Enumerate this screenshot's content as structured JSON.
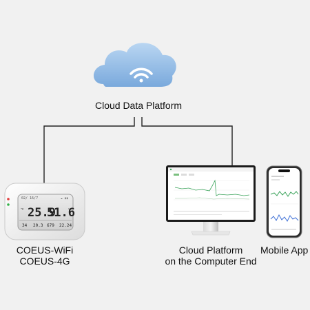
{
  "cloud": {
    "label": "Cloud Data Platform",
    "icon": "wifi-icon",
    "color": "#9cc2e8"
  },
  "devices": {
    "sensor": {
      "label_line1": "COEUS-WiFi",
      "label_line2": "COEUS-4G",
      "display": {
        "temperature": "25.9",
        "humidity": "51.6",
        "row_items": [
          "34",
          "20.3",
          "679",
          "22.24"
        ]
      }
    },
    "computer": {
      "label_line1": "Cloud Platform",
      "label_line2": "on the Computer End"
    },
    "phone": {
      "label": "Mobile App"
    }
  },
  "colors": {
    "background": "#f1f1f1",
    "connector": "#222222",
    "chart_green": "#3aa35a",
    "chart_blue": "#3d6fd6"
  }
}
